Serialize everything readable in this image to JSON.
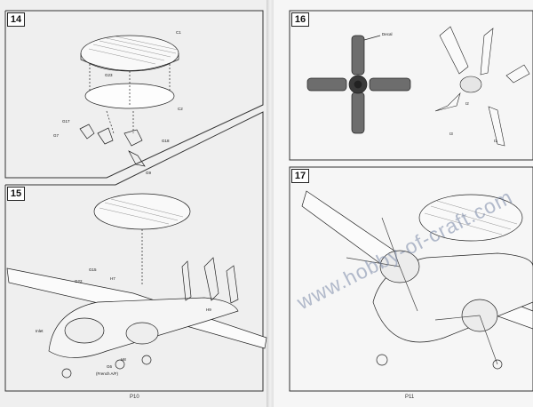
{
  "steps": {
    "s14": "14",
    "s15": "15",
    "s16": "16",
    "s17": "17"
  },
  "page_numbers": {
    "left": "P10",
    "right": "P11"
  },
  "labels": {
    "c1": "C1",
    "c2": "C2",
    "g23": "G23",
    "g17": "G17",
    "g7": "G7",
    "g18": "G18",
    "g9": "G9",
    "g15": "G15",
    "g22": "G22",
    "h7": "H7",
    "h9": "H9",
    "h8": "H8",
    "mark_a": "Inlet",
    "french": "(French A/F)",
    "g6": "G6",
    "decal": "Decal",
    "i2": "I2",
    "i3": "I3",
    "i1": "I1"
  },
  "watermark": "www.hobby-of-craft.com"
}
